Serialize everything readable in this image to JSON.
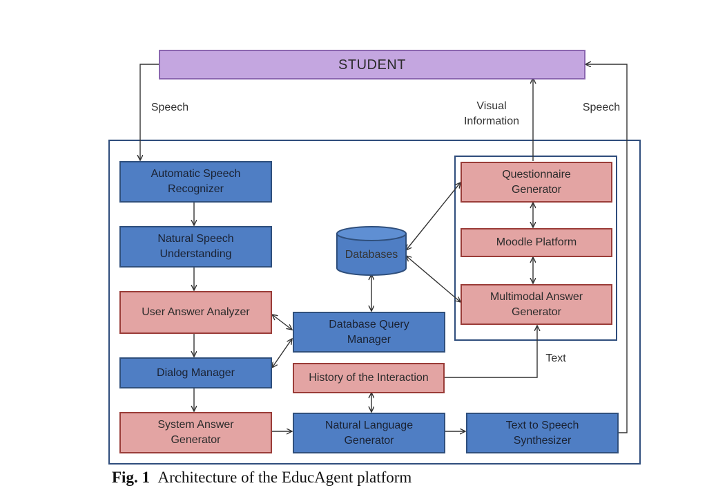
{
  "nodes": {
    "student": "STUDENT",
    "asr": "Automatic Speech\nRecognizer",
    "nsu": "Natural Speech\nUnderstanding",
    "uaa": "User Answer Analyzer",
    "dm": "Dialog Manager",
    "sag": "System Answer\nGenerator",
    "db": "Databases",
    "dqm": "Database Query\nManager",
    "hist": "History of the Interaction",
    "nlg": "Natural Language\nGenerator",
    "tts": "Text to Speech\nSynthesizer",
    "qg": "Questionnaire\nGenerator",
    "moodle": "Moodle Platform",
    "mag": "Multimodal Answer\nGenerator"
  },
  "edge_labels": {
    "speech_in": "Speech",
    "visual": "Visual\nInformation",
    "speech_out": "Speech",
    "text": "Text"
  },
  "caption": {
    "label": "Fig. 1",
    "text": "Architecture of the EducAgent platform"
  }
}
